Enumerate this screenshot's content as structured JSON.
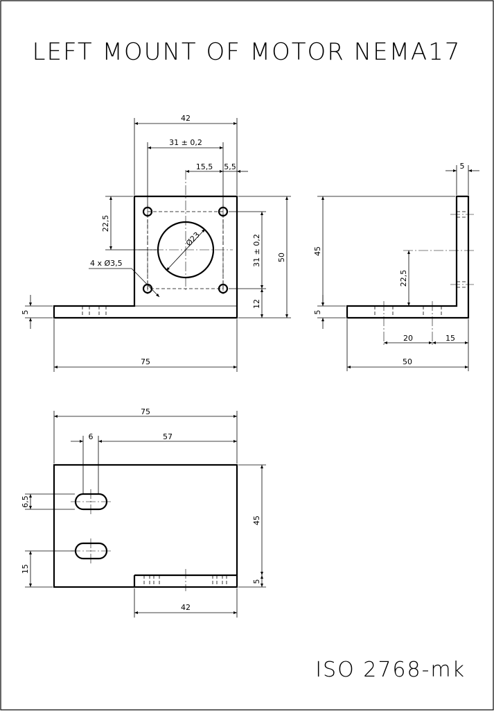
{
  "drawing": {
    "title": "LEFT MOUNT OF MOTOR NEMA17",
    "standard": "ISO 2768-mk"
  },
  "front_view": {
    "dim_width": "42",
    "dim_hole_spacing": "31 ± 0,2",
    "dim_center_offset": "15,5",
    "dim_edge_offset": "5,5",
    "dim_top_offset": "22,5",
    "dim_bore": "Ø23",
    "dim_holes": "4 x Ø3,5",
    "dim_vertical_spacing": "31 ± 0,2",
    "dim_height": "50",
    "dim_bottom_offset": "12",
    "dim_base_thickness": "5",
    "dim_length": "75"
  },
  "side_view": {
    "dim_wall": "5",
    "dim_height": "45",
    "dim_mid_height": "22,5",
    "dim_base": "5",
    "dim_hole_a": "20",
    "dim_hole_b": "15",
    "dim_length": "50"
  },
  "top_view": {
    "dim_length": "75",
    "dim_slot_width": "6",
    "dim_slot_to_end": "57",
    "dim_slot_height": "6,5",
    "dim_depth": "45",
    "dim_slot_bottom": "15",
    "dim_wall": "5",
    "dim_wall_length": "42"
  }
}
